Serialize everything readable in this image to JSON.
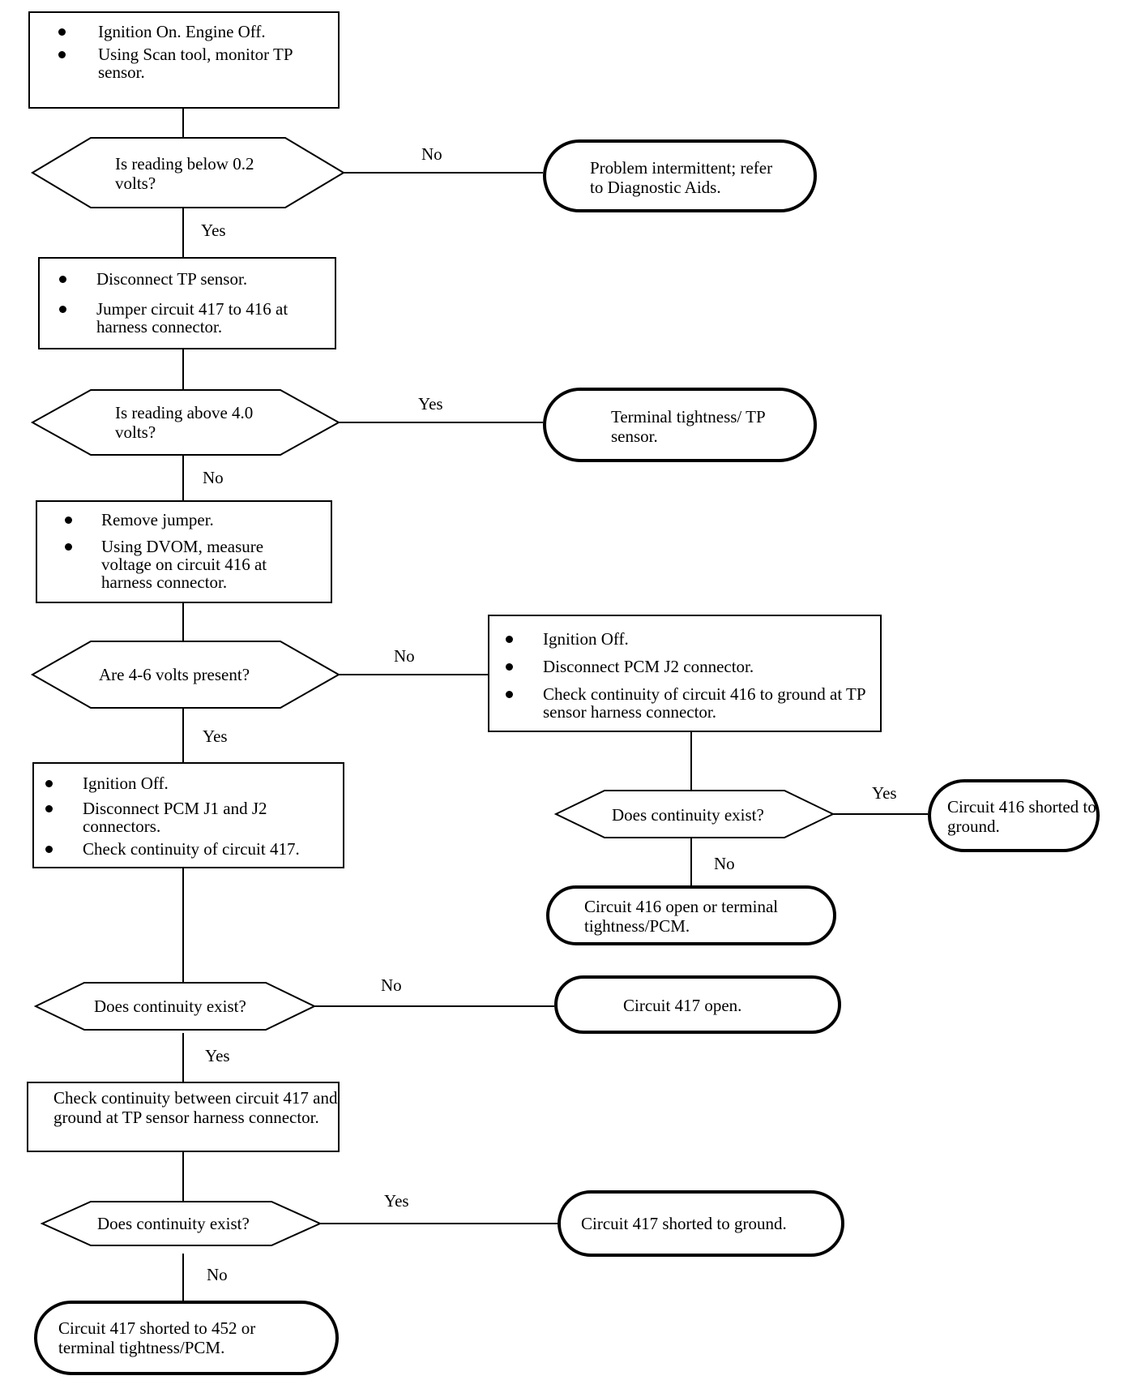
{
  "steps": {
    "s1": [
      "Ignition On. Engine Off.",
      "Using Scan tool, monitor TP sensor."
    ],
    "s2": [
      "Disconnect TP sensor.",
      "Jumper circuit 417 to 416 at harness connector."
    ],
    "s3": [
      "Remove jumper.",
      "Using DVOM, measure voltage on circuit 416 at harness connector."
    ],
    "s4": [
      "Ignition Off.",
      "Disconnect PCM J1 and J2 connectors.",
      "Check continuity of circuit 417."
    ],
    "s5": [
      "Ignition Off.",
      "Disconnect PCM J2 connector.",
      "Check continuity of circuit 416 to ground at TP sensor harness connector."
    ],
    "s6": "Check continuity between circuit 417 and ground at TP sensor harness connector."
  },
  "decisions": {
    "d1": "Is reading below 0.2 volts?",
    "d2": "Is reading above 4.0 volts?",
    "d3": "Are 4-6 volts present?",
    "d4": "Does continuity exist?",
    "d5": "Does continuity exist?",
    "d6": "Does continuity exist?"
  },
  "terminals": {
    "t1": "Problem intermittent; refer to Diagnostic Aids.",
    "t2": "Terminal tightness/ TP sensor.",
    "t3": "Circuit 416 shorted to ground.",
    "t4": "Circuit 416 open or terminal tightness/PCM.",
    "t5": "Circuit 417 open.",
    "t6": "Circuit 417 shorted to ground.",
    "t7": "Circuit 417 shorted to 452 or terminal tightness/PCM."
  },
  "labels": {
    "no": "No",
    "yes": "Yes"
  }
}
